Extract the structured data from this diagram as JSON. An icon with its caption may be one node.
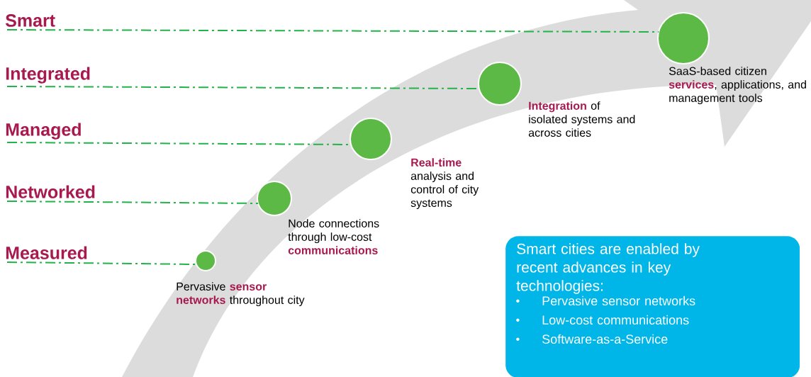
{
  "diagram": {
    "nodes": [
      {
        "text": [
          "Smart"
        ]
      },
      {
        "text": [
          "Integrated"
        ]
      },
      {
        "text": [
          "Managed"
        ]
      },
      {
        "text": [
          "Networked"
        ]
      },
      {
        "text": [
          "Measured"
        ]
      },
      {
        "text": [],
        "shape": "circle",
        "beside": [
          "SaaS-based citizen **services**, applications, and management tools"
        ]
      },
      {
        "text": [],
        "shape": "circle",
        "beside": [
          "**Integration** of isolated systems and across cities"
        ]
      },
      {
        "text": [],
        "shape": "circle",
        "beside": [
          "**Real-time** analysis and control of city systems"
        ]
      },
      {
        "text": [],
        "shape": "circle",
        "beside": [
          "Node connections through low-cost **communications**"
        ]
      },
      {
        "text": [],
        "shape": "circle",
        "beside": [
          "Pervasive **sensor networks** throughout city"
        ]
      },
      {
        "text": [
          "Smart cities are enabled by recent advances in key technologies:",
          "Pervasive sensor networks",
          "Low-cost communications",
          "Software-as-a-Service"
        ]
      }
    ],
    "edges": [
      {
        "from": 0,
        "to": 5,
        "arrow": "none",
        "style": "dashed"
      },
      {
        "from": 1,
        "to": 6,
        "arrow": "none",
        "style": "dashed"
      },
      {
        "from": 2,
        "to": 7,
        "arrow": "none",
        "style": "dashed"
      },
      {
        "from": 3,
        "to": 8,
        "arrow": "none",
        "style": "dashed"
      },
      {
        "from": 4,
        "to": 9,
        "arrow": "none",
        "style": "dashed"
      }
    ]
  }
}
